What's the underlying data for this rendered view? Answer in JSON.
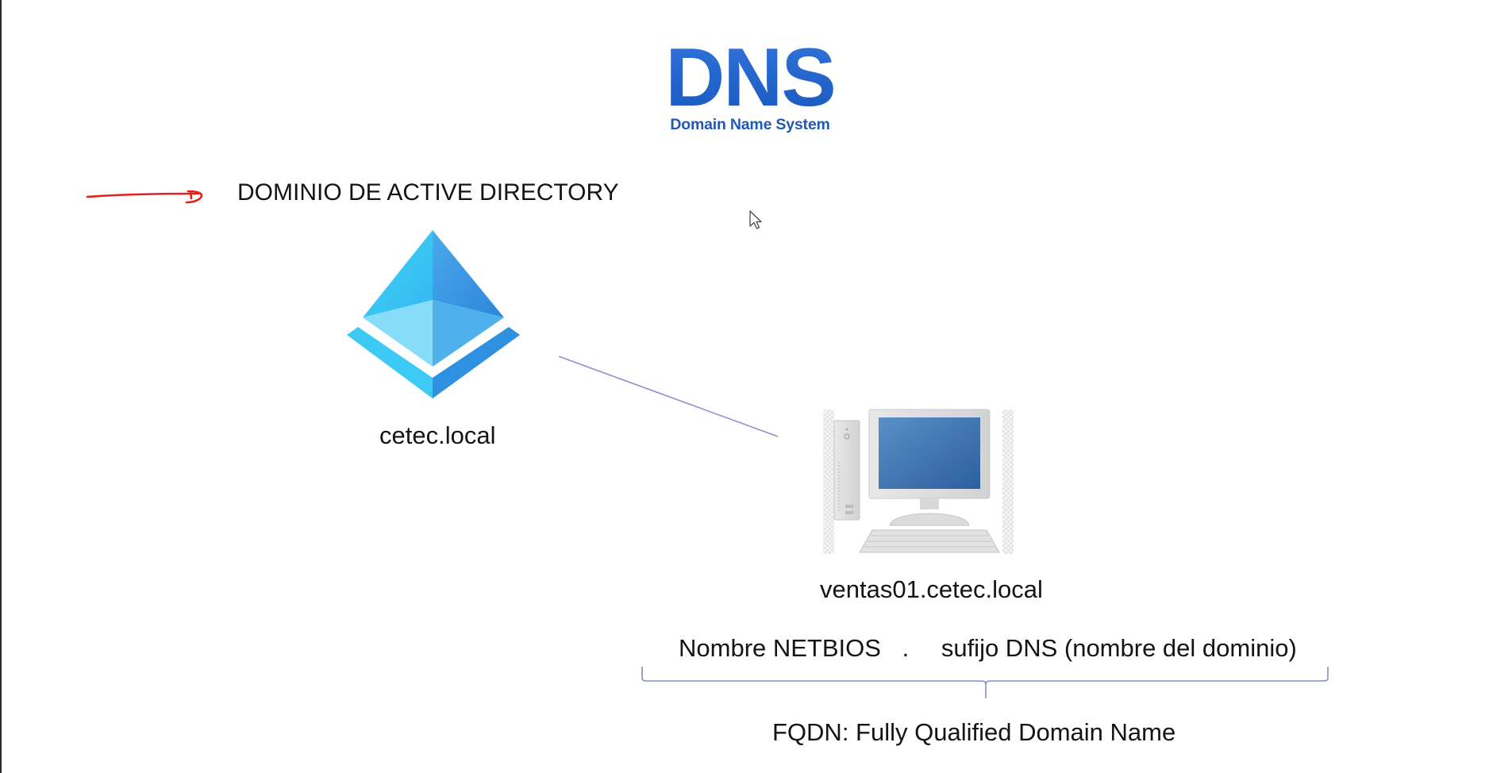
{
  "logo": {
    "title": "DNS",
    "subtitle": "Domain Name System",
    "color": "#1a5fc7"
  },
  "annotation": {
    "arrow_icon": "hand-drawn-arrow-right-icon",
    "arrow_color": "#e0241b"
  },
  "heading": "DOMINIO DE ACTIVE DIRECTORY",
  "domain_node": {
    "icon": "azure-active-directory-pyramid-icon",
    "label": "cetec.local"
  },
  "host_node": {
    "icon": "desktop-computer-icon",
    "label": "ventas01.cetec.local"
  },
  "fqdn_breakdown": {
    "part1": "Nombre NETBIOS",
    "separator": ".",
    "part2": "sufijo DNS (nombre del dominio)",
    "brace_icon": "curly-brace-icon",
    "caption": "FQDN: Fully Qualified Domain Name"
  },
  "connector_color": "#8b93c9",
  "brace_color": "#7d93c7"
}
